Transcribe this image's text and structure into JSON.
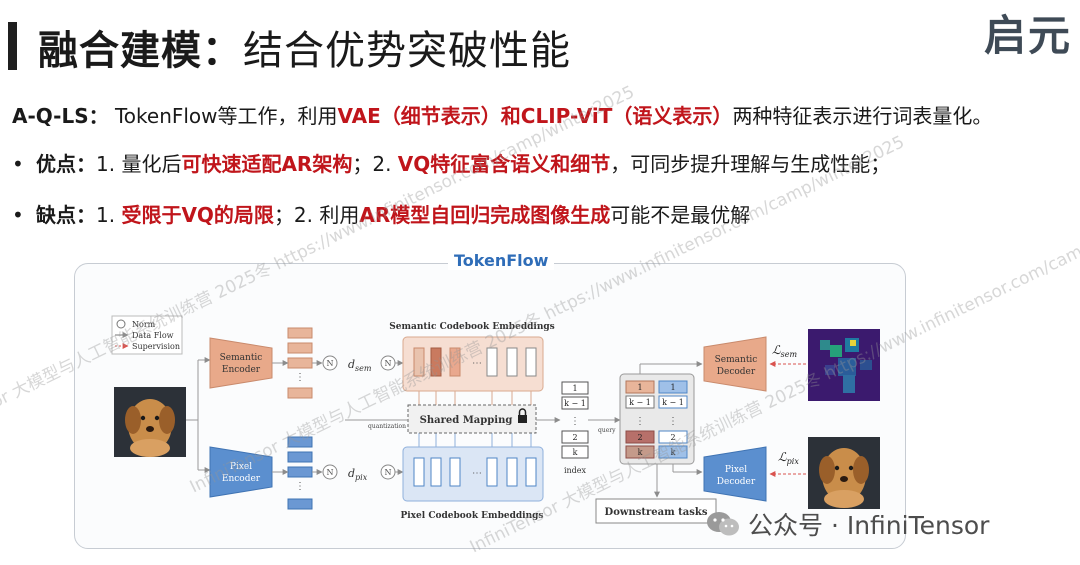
{
  "header": {
    "title_bar": "|",
    "title_main": "融合建模：",
    "title_sub": "结合优势突破性能",
    "logo_text": "启元"
  },
  "content": {
    "line1": {
      "label": "A-Q-LS：",
      "text1": " TokenFlow等工作，利用",
      "highlight1": "VAE（细节表示）和CLIP-ViT（语义表示）",
      "text2": "两种特征表示进行词表量化。"
    },
    "pros": {
      "bullet": "•",
      "label": "优点：",
      "text1": "1. 量化后",
      "highlight1": "可快速适配AR架构",
      "text2": "；2. ",
      "highlight2": "VQ特征富含语义和细节",
      "text3": "，可同步提升理解与生成性能；"
    },
    "cons": {
      "bullet": "•",
      "label": "缺点：",
      "text1": "1. ",
      "highlight1": "受限于VQ的局限",
      "text2": "；2. 利用",
      "highlight2": "AR模型自回归完成图像生成",
      "text3": "可能不是最优解"
    }
  },
  "figure": {
    "title": "TokenFlow",
    "legend": {
      "norm": "Norm",
      "data_flow": "Data Flow",
      "supervision": "Supervision"
    },
    "semantic_encoder": "Semantic Encoder",
    "pixel_encoder": "Pixel Encoder",
    "semantic_decoder": "Semantic Decoder",
    "pixel_decoder": "Pixel Decoder",
    "d_sem": "d",
    "d_sem_sub": "sem",
    "d_pix": "d",
    "d_pix_sub": "pix",
    "norm_symbol": "N",
    "semantic_codebook": "Semantic Codebook Embeddings",
    "pixel_codebook": "Pixel Codebook Embeddings",
    "shared_mapping": "Shared Mapping",
    "quantization": "quantization",
    "query": "query",
    "index_label": "index",
    "index_values": [
      "1",
      "k − 1",
      "2",
      "k"
    ],
    "left_stack": [
      "1",
      "k − 1",
      "2",
      "k"
    ],
    "right_stack": [
      "1",
      "k − 1",
      "2",
      "k"
    ],
    "downstream": "Downstream tasks",
    "loss_sem": "ℒ",
    "loss_sem_sub": "sem",
    "loss_pix": "ℒ",
    "loss_pix_sub": "pix"
  },
  "watermarks": [
    "InfiniTensor 大模型与人工智能系统训练营 2025冬 https://www.infinitensor.com/camp/winter2025",
    "InfiniTensor 大模型与人工智能系统训练营 2025冬 https://www.infinitensor.com/camp/winter2025",
    "InfiniTensor 大模型与人工智能系统训练营 2025冬 https://www.infinitensor.com/camp/winter2025"
  ],
  "footer": {
    "wechat_text": "公众号 · InfiniTensor"
  },
  "colors": {
    "accent_red": "#c0151b",
    "semantic_orange": "#e7a585",
    "pixel_blue": "#4f86c6",
    "title_blue": "#2f6db8"
  }
}
